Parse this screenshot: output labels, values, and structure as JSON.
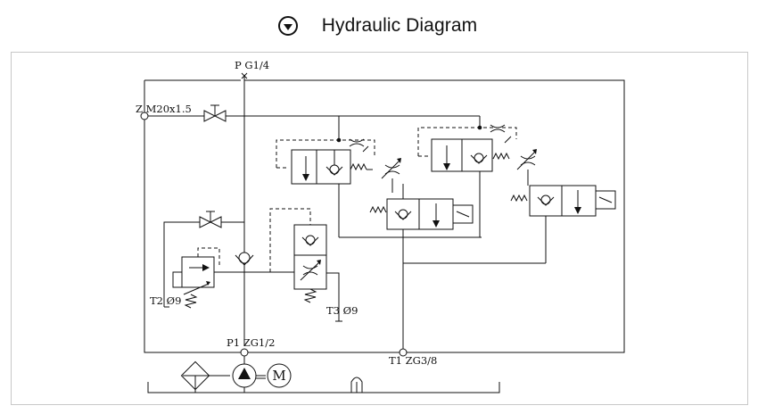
{
  "header": {
    "icon": "circle-down-arrow-icon",
    "title": "Hydraulic Diagram"
  },
  "diagram": {
    "ports": {
      "p": "P G1/4",
      "z": "Z M20x1.5",
      "t2": "T2 Ø9",
      "t3": "T3 Ø9",
      "p1": "P1 ZG1/2",
      "t1": "T1 ZG3/8"
    },
    "motor_symbol": "M"
  }
}
